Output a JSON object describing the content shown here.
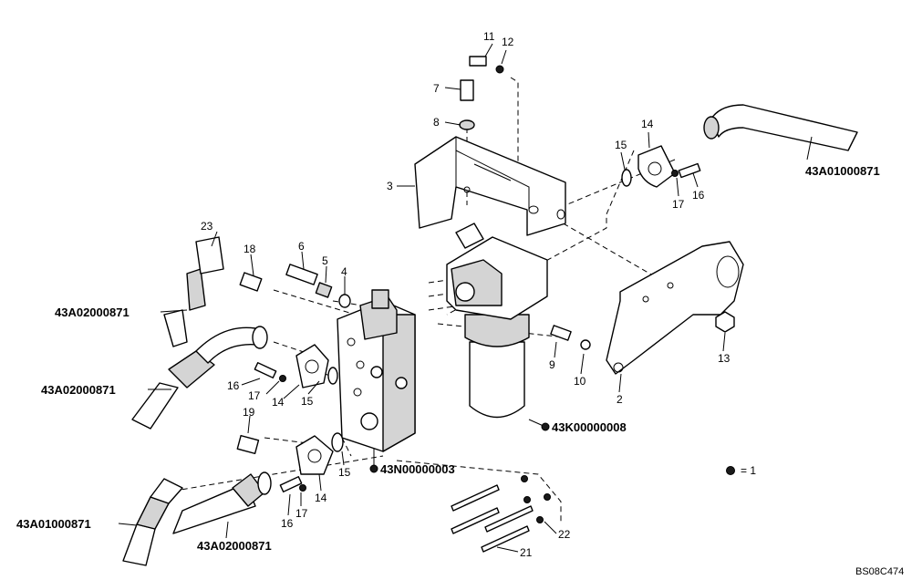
{
  "labels": {
    "n1": "2",
    "n2": "3",
    "n3": "4",
    "n4": "5",
    "n5": "6",
    "n6": "7",
    "n7": "8",
    "n8": "9",
    "n9": "10",
    "n10": "11",
    "n11": "12",
    "n12": "13",
    "n13": "14",
    "n14": "14",
    "n15": "14",
    "n16": "15",
    "n17": "15",
    "n18": "15",
    "n19": "16",
    "n20": "16",
    "n21": "16",
    "n22": "17",
    "n23": "17",
    "n24": "17",
    "n25": "18",
    "n26": "19",
    "n27": "21",
    "n28": "22",
    "n29": "23"
  },
  "codes": {
    "c1": "43A01000871",
    "c2": "43A02000871",
    "c3": "43A02000871",
    "c4": "43K00000008",
    "c5": "43N00000003",
    "c6": "43A01000871",
    "c7": "43A02000871"
  },
  "legend": {
    "text": "= 1"
  },
  "ref_code": "BS08C474",
  "colors": {
    "line": "#000000",
    "shade": "#d4d4d4",
    "bg": "#ffffff"
  }
}
